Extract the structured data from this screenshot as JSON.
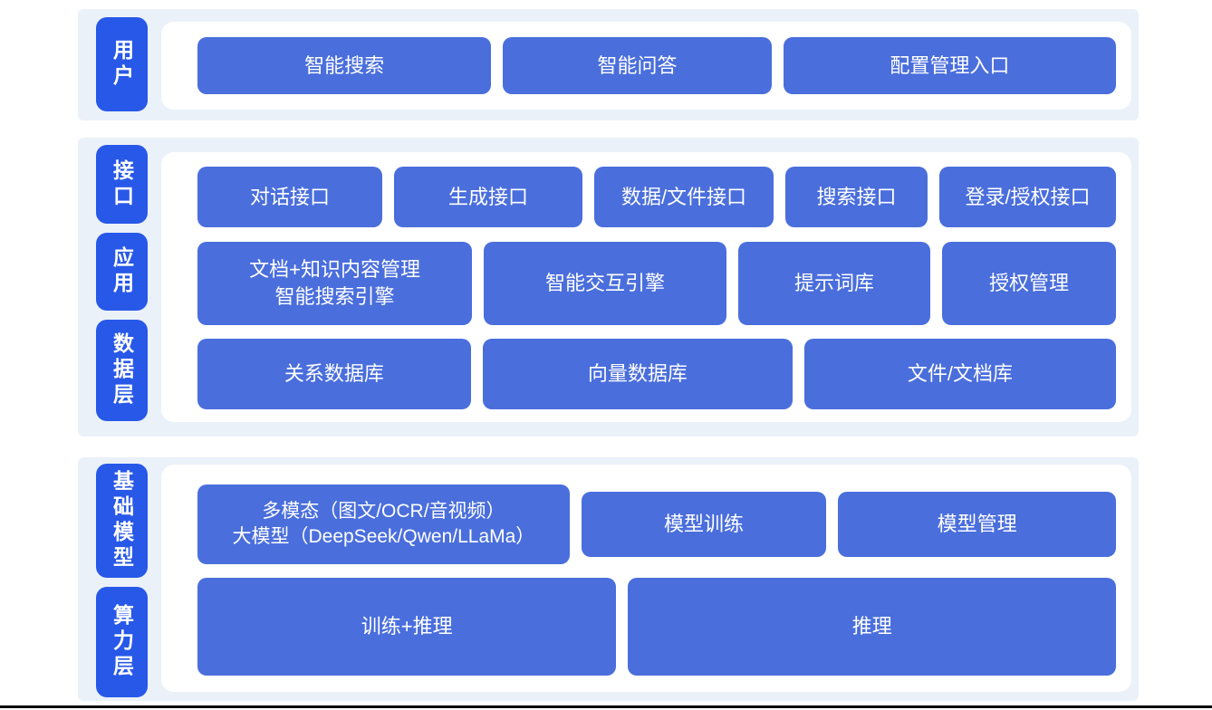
{
  "colors": {
    "band_background": "#ebf1f9",
    "label_blue": "#2858e8",
    "block_blue": "#4a6edc",
    "panel_background": "#ffffff",
    "text_on_blue": "#ffffff"
  },
  "sections": [
    {
      "name": "user-layer",
      "labels": [
        {
          "text": "用户"
        }
      ],
      "rows": [
        {
          "blocks": [
            {
              "text": "智能搜索"
            },
            {
              "text": "智能问答"
            },
            {
              "text": "配置管理入口"
            }
          ]
        }
      ]
    },
    {
      "name": "interface-application-data-layer",
      "labels": [
        {
          "text": "接口"
        },
        {
          "text": "应用"
        },
        {
          "text": "数据层"
        }
      ],
      "rows": [
        {
          "blocks": [
            {
              "text": "对话接口"
            },
            {
              "text": "生成接口"
            },
            {
              "text": "数据/文件接口"
            },
            {
              "text": "搜索接口"
            },
            {
              "text": "登录/授权接口"
            }
          ]
        },
        {
          "blocks": [
            {
              "line1": "文档+知识内容管理",
              "line2": "智能搜索引擎"
            },
            {
              "text": "智能交互引擎"
            },
            {
              "text": "提示词库"
            },
            {
              "text": "授权管理"
            }
          ]
        },
        {
          "blocks": [
            {
              "text": "关系数据库"
            },
            {
              "text": "向量数据库"
            },
            {
              "text": "文件/文档库"
            }
          ]
        }
      ]
    },
    {
      "name": "foundation-model-compute-layer",
      "labels": [
        {
          "text": "基础模型"
        },
        {
          "text": "算力层"
        }
      ],
      "rows": [
        {
          "blocks": [
            {
              "line1": "多模态（图文/OCR/音视频）",
              "line2": "大模型（DeepSeek/Qwen/LLaMa）"
            },
            {
              "text": "模型训练"
            },
            {
              "text": "模型管理"
            }
          ]
        },
        {
          "blocks": [
            {
              "text": "训练+推理"
            },
            {
              "text": "推理"
            }
          ]
        }
      ]
    }
  ]
}
